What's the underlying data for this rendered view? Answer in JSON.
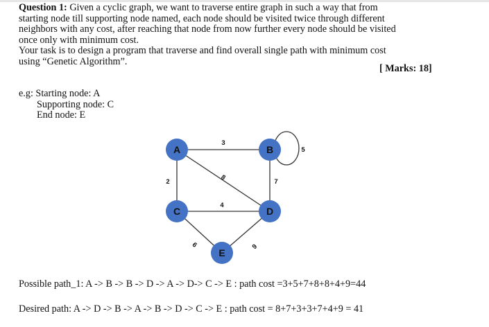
{
  "question": {
    "title": "Question 1:",
    "line1_rest": " Given a cyclic graph, we want to traverse entire graph in such a way that from",
    "line2": "starting node till supporting node named, each node should be visited twice through different",
    "line3": "neighbors with any cost, after reaching that node from now further every node should be visited",
    "line4": "once only with minimum cost.",
    "line5": "Your task is to design a program that traverse and find overall single path with minimum cost",
    "line6": "using “Genetic Algorithm”.",
    "marks": "[ Marks: 18]"
  },
  "example": {
    "start": "e.g: Starting node: A",
    "support": "Supporting node: C",
    "end": "End node: E"
  },
  "graph": {
    "node_color": "#4472c4",
    "nodes": {
      "A": "A",
      "B": "B",
      "C": "C",
      "D": "D",
      "E": "E"
    },
    "edges": {
      "AB": "3",
      "AC": "2",
      "AD": "8",
      "BD": "7",
      "CD": "4",
      "CE": "9",
      "DE": "9",
      "BB": "5"
    }
  },
  "paths": {
    "possible": "Possible path_1: A -> B -> B -> D -> A -> D-> C -> E : path cost =3+5+7+8+8+4+9=44",
    "desired": "Desired path: A -> D -> B -> A -> B -> D -> C -> E : path cost = 8+7+3+3+7+4+9 = 41"
  }
}
